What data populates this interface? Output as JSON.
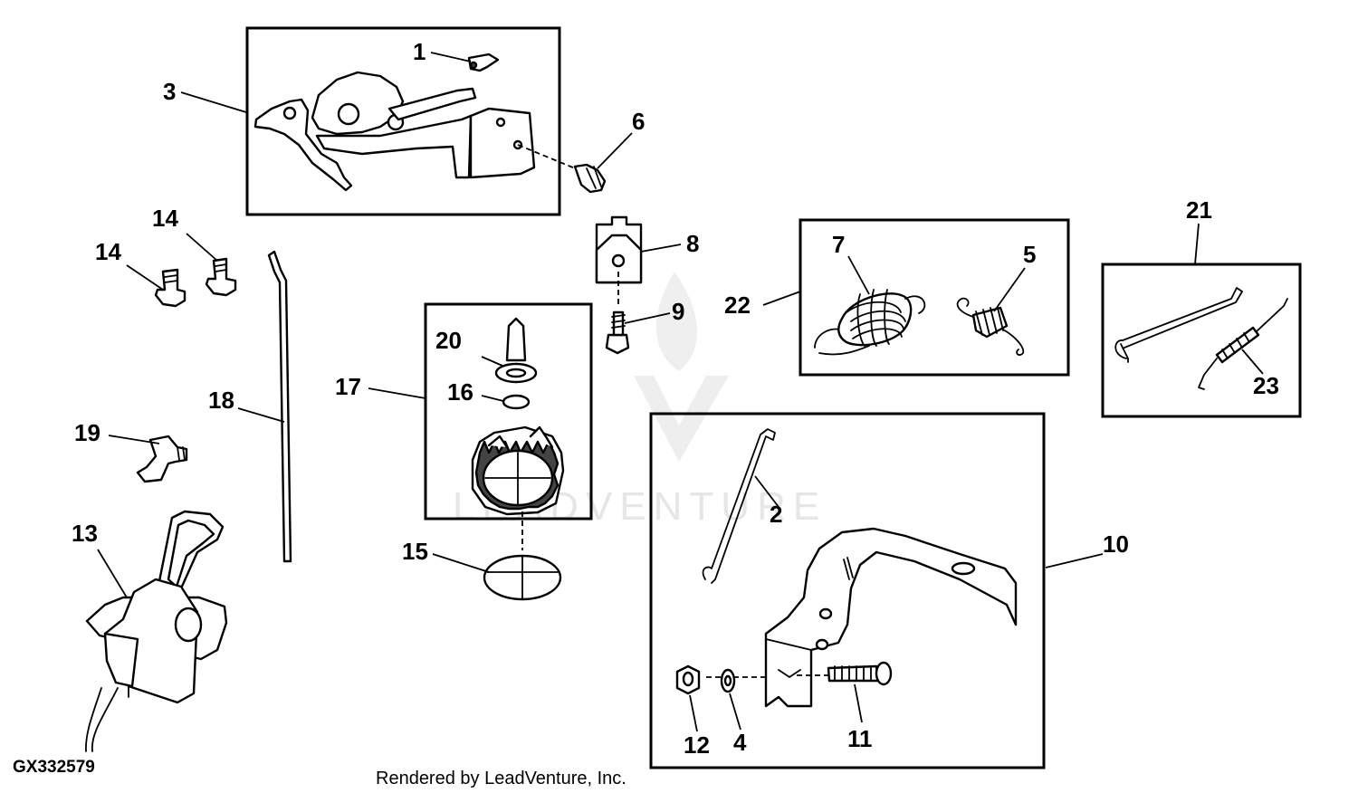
{
  "figure_id": "GX332579",
  "credit": "Rendered by LeadVenture, Inc.",
  "watermark": "LEADVENTURE",
  "callouts": [
    "1",
    "2",
    "3",
    "4",
    "5",
    "6",
    "7",
    "8",
    "9",
    "10",
    "11",
    "12",
    "13",
    "14",
    "14",
    "15",
    "16",
    "17",
    "18",
    "19",
    "20",
    "21",
    "22",
    "23"
  ]
}
